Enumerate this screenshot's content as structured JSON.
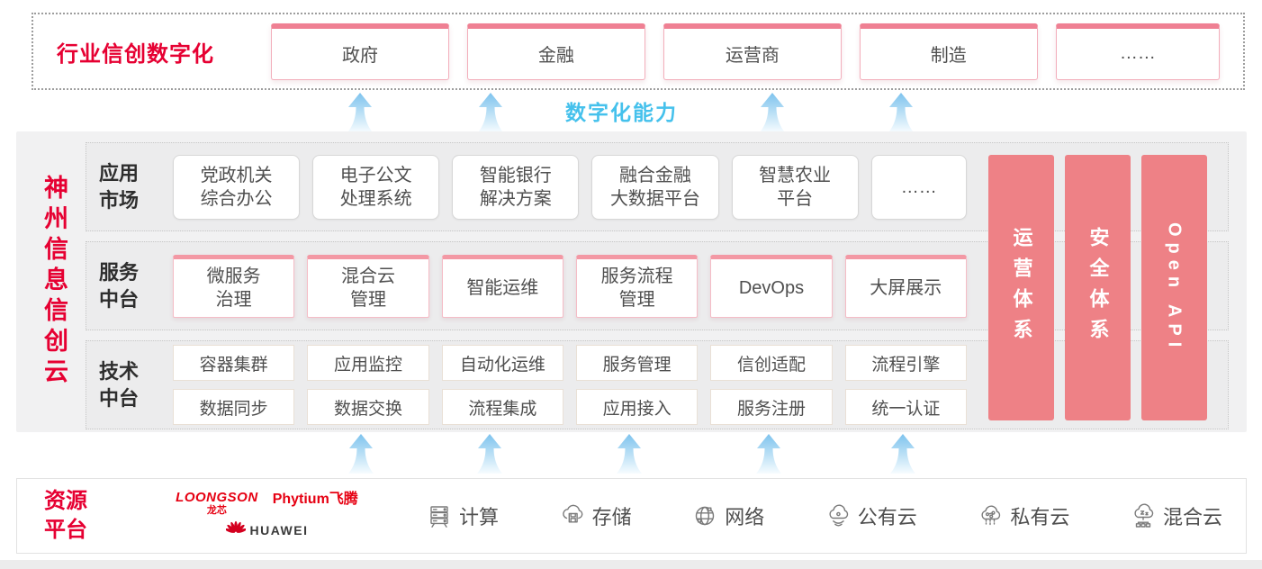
{
  "colors": {
    "brand_red": "#e60032",
    "pillar_salmon": "#ee8186",
    "capability_blue": "#45c1ec",
    "arrow_blue": "#7ec3ee"
  },
  "top_band": {
    "title": "行业信创数字化",
    "industries": [
      "政府",
      "金融",
      "运营商",
      "制造",
      "……"
    ]
  },
  "capability_label": "数字化能力",
  "cloud": {
    "title": "神州信息信创云",
    "app_market": {
      "label": "应用\n市场",
      "items": [
        "党政机关\n综合办公",
        "电子公文\n处理系统",
        "智能银行\n解决方案",
        "融合金融\n大数据平台",
        "智慧农业\n平台",
        "……"
      ]
    },
    "service_platform": {
      "label": "服务\n中台",
      "items": [
        "微服务\n治理",
        "混合云\n管理",
        "智能运维",
        "服务流程\n管理",
        "DevOps",
        "大屏展示"
      ]
    },
    "tech_platform": {
      "label": "技术\n中台",
      "row1": [
        "容器集群",
        "应用监控",
        "自动化运维",
        "服务管理",
        "信创适配",
        "流程引擎"
      ],
      "row2": [
        "数据同步",
        "数据交换",
        "流程集成",
        "应用接入",
        "服务注册",
        "统一认证"
      ]
    },
    "pillars": [
      "运营体系",
      "安全体系",
      "Open API"
    ]
  },
  "resource_platform": {
    "title": "资源\n平台",
    "vendors": {
      "loongson": "LOONGSON",
      "loongson_sub": "龙芯",
      "phytium": "Phytium飞腾",
      "huawei": "HUAWEI"
    },
    "resources": [
      {
        "icon": "compute-icon",
        "label": "计算"
      },
      {
        "icon": "storage-icon",
        "label": "存储"
      },
      {
        "icon": "network-icon",
        "label": "网络"
      },
      {
        "icon": "public-cloud-icon",
        "label": "公有云"
      },
      {
        "icon": "private-cloud-icon",
        "label": "私有云"
      },
      {
        "icon": "hybrid-cloud-icon",
        "label": "混合云"
      }
    ]
  }
}
